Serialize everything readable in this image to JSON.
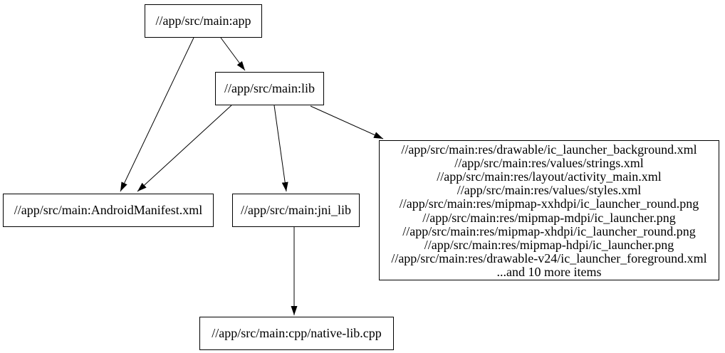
{
  "graph": {
    "background_color": "#ffffff",
    "node_border_color": "#000000",
    "edge_color": "#000000",
    "text_color": "#000000"
  },
  "nodes": {
    "app": {
      "label": "//app/src/main:app"
    },
    "lib": {
      "label": "//app/src/main:lib"
    },
    "android_manifest": {
      "label": "//app/src/main:AndroidManifest.xml"
    },
    "jni_lib": {
      "label": "//app/src/main:jni_lib"
    },
    "res_group": {
      "lines": [
        "//app/src/main:res/drawable/ic_launcher_background.xml",
        "//app/src/main:res/values/strings.xml",
        "//app/src/main:res/layout/activity_main.xml",
        "//app/src/main:res/values/styles.xml",
        "//app/src/main:res/mipmap-xxhdpi/ic_launcher_round.png",
        "//app/src/main:res/mipmap-mdpi/ic_launcher.png",
        "//app/src/main:res/mipmap-xhdpi/ic_launcher_round.png",
        "//app/src/main:res/mipmap-hdpi/ic_launcher.png",
        "//app/src/main:res/drawable-v24/ic_launcher_foreground.xml",
        "...and 10 more items"
      ]
    },
    "native_lib": {
      "label": "//app/src/main:cpp/native-lib.cpp"
    }
  },
  "edges": [
    {
      "from": "app",
      "to": "lib"
    },
    {
      "from": "app",
      "to": "android_manifest"
    },
    {
      "from": "lib",
      "to": "android_manifest"
    },
    {
      "from": "lib",
      "to": "jni_lib"
    },
    {
      "from": "lib",
      "to": "res_group"
    },
    {
      "from": "jni_lib",
      "to": "native_lib"
    }
  ]
}
